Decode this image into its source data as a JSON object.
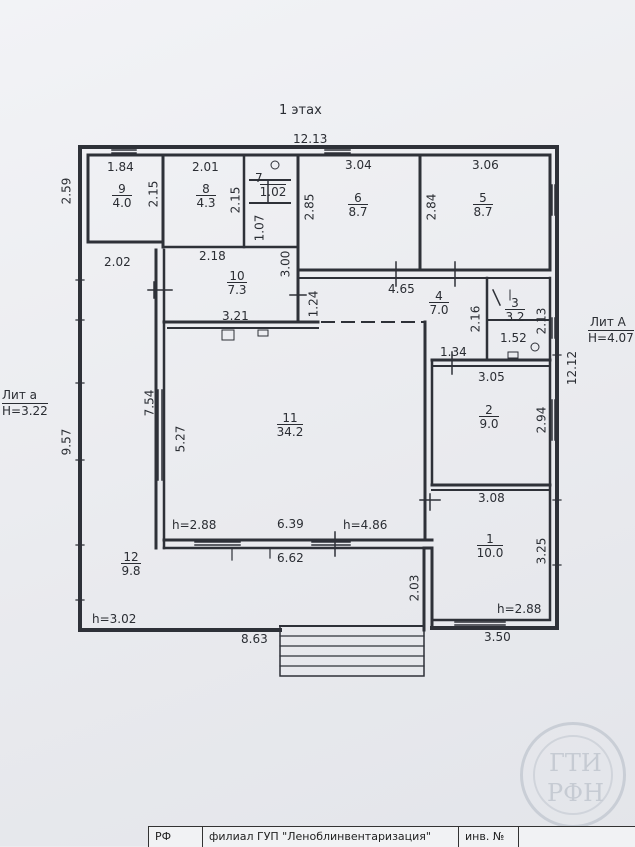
{
  "floor_title": "1 этах",
  "overall": {
    "top_width": "12.13",
    "left_height": "9.57",
    "right_height": "12.12",
    "bottom_width": "8.63",
    "left_top_height": "2.59"
  },
  "lit_labels": {
    "left": {
      "name": "Лит а",
      "height": "H=3.22"
    },
    "right": {
      "name": "Лит А",
      "height": "H=4.07"
    }
  },
  "rooms": [
    {
      "id": "9",
      "area": "4.0"
    },
    {
      "id": "8",
      "area": "4.3"
    },
    {
      "id": "7",
      "area": "1.02"
    },
    {
      "id": "6",
      "area": "8.7"
    },
    {
      "id": "5",
      "area": "8.7"
    },
    {
      "id": "10",
      "area": "7.3"
    },
    {
      "id": "4",
      "area": "7.0"
    },
    {
      "id": "3",
      "area": "3.2"
    },
    {
      "id": "11",
      "area": "34.2"
    },
    {
      "id": "2",
      "area": "9.0"
    },
    {
      "id": "1",
      "area": "10.0"
    },
    {
      "id": "12",
      "area": "9.8"
    }
  ],
  "dimensions": {
    "d_1_84": "1.84",
    "d_2_01": "2.01",
    "d_3_04": "3.04",
    "d_3_06": "3.06",
    "d_2_15a": "2.15",
    "d_2_15b": "2.15",
    "d_1_07": "1.07",
    "d_2_85": "2.85",
    "d_2_84": "2.84",
    "d_2_02": "2.02",
    "d_2_18": "2.18",
    "d_3_00": "3.00",
    "d_4_65": "4.65",
    "d_1_24": "1.24",
    "d_3_21": "3.21",
    "d_2_16": "2.16",
    "d_2_13": "2.13",
    "d_1_52": "1.52",
    "d_1_34": "1.34",
    "d_3_05": "3.05",
    "d_7_54": "7.54",
    "d_5_27": "5.27",
    "d_2_94": "2.94",
    "d_3_08": "3.08",
    "d_3_25": "3.25",
    "d_6_39": "6.39",
    "d_6_62": "6.62",
    "d_2_03": "2.03",
    "d_3_50": "3.50"
  },
  "heights": {
    "h_11_left": "h=2.88",
    "h_11_right": "h=4.86",
    "h_12": "h=3.02",
    "h_1": "h=2.88"
  },
  "title_block": {
    "cell_a": "РФ",
    "cell_b": "филиал ГУП \"Леноблинвентаризация\"",
    "cell_c": "инв. №"
  },
  "stamp": {
    "top": "ГТИ",
    "bottom": "РФН"
  }
}
